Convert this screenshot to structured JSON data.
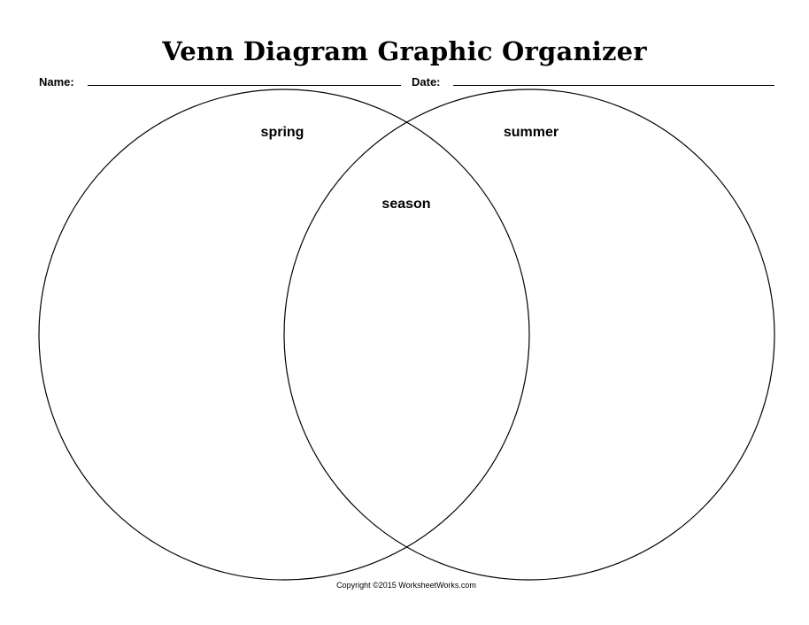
{
  "title": "Venn Diagram Graphic Organizer",
  "name_label": "Name:",
  "date_label": "Date:",
  "left_label": "spring",
  "right_label": "summer",
  "center_label": "season",
  "copyright": "Copyright ©2015 WorksheetWorks.com"
}
